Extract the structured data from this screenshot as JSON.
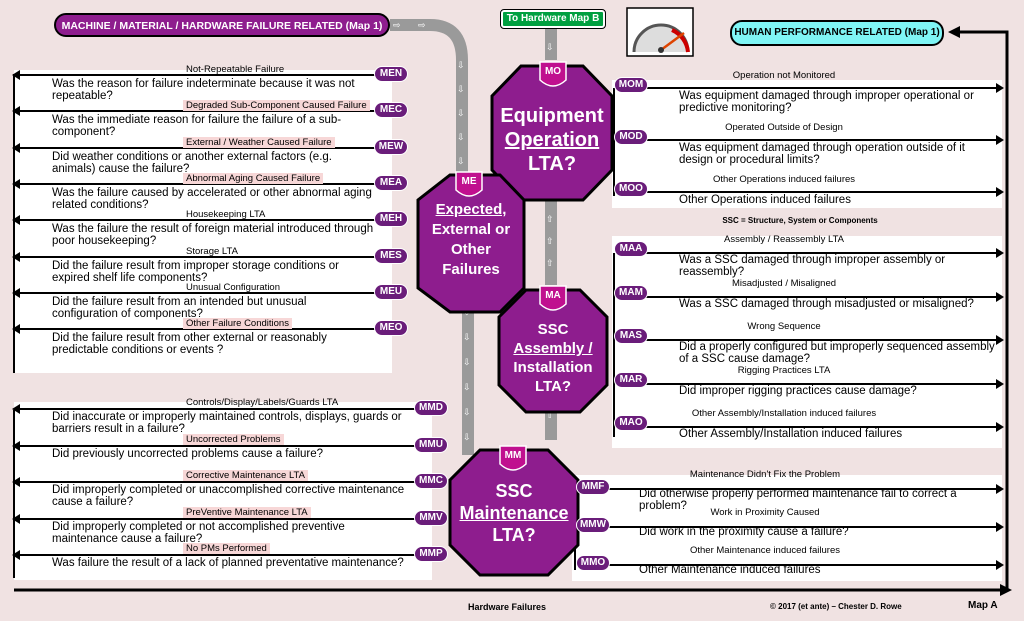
{
  "header": {
    "left_title": "MACHINE / MATERIAL / HARDWARE FAILURE  RELATED (Map 1)",
    "center_link": "To Hardware Map B",
    "right_title": "HUMAN PERFORMANCE RELATED (Map 1)"
  },
  "octagons": {
    "mo": {
      "code": "MO",
      "line1": "Equipment",
      "line2": "Operation",
      "line3": "LTA?"
    },
    "me": {
      "code": "ME",
      "line1": "Expected,",
      "line2": "External or",
      "line3": "Other",
      "line4": "Failures"
    },
    "ma": {
      "code": "MA",
      "line1": "SSC",
      "line2": "Assembly /",
      "line3": "Installation",
      "line4": "LTA?"
    },
    "mm": {
      "code": "MM",
      "line1": "SSC",
      "line2": "Maintenance",
      "line3": "LTA?"
    }
  },
  "left_upper": [
    {
      "code": "MEN",
      "title": "Not-Repeatable Failure",
      "question": "Was the reason for failure indeterminate because it was not repeatable?"
    },
    {
      "code": "MEC",
      "title": "Degraded Sub-Component Caused Failure",
      "question": "Was the immediate reason for failure the failure of a sub-component?"
    },
    {
      "code": "MEW",
      "title": "External / Weather Caused Failure",
      "question": "Did weather conditions or another external factors (e.g. animals) cause the failure?"
    },
    {
      "code": "MEA",
      "title": "Abnormal Aging Caused Failure",
      "question": "Was the failure caused by accelerated or other abnormal aging related conditions?"
    },
    {
      "code": "MEH",
      "title": "Housekeeping LTA",
      "question": "Was the failure the result of foreign material introduced through poor housekeeping?"
    },
    {
      "code": "MES",
      "title": "Storage LTA",
      "question": "Did the failure result from improper storage conditions or expired shelf life components?"
    },
    {
      "code": "MEU",
      "title": "Unusual Configuration",
      "question": "Did the failure result from an intended but unusual configuration of components?"
    },
    {
      "code": "MEO",
      "title": "Other Failure Conditions",
      "question": "Did the failure result from other external or reasonably predictable conditions or events ?"
    }
  ],
  "left_lower": [
    {
      "code": "MMD",
      "title": "Controls/Display/Labels/Guards LTA",
      "question": "Did inaccurate or improperly maintained controls, displays, guards or barriers result in a failure?"
    },
    {
      "code": "MMU",
      "title": "Uncorrected Problems",
      "question": "Did previously uncorrected problems cause a failure?"
    },
    {
      "code": "MMC",
      "title": "Corrective Maintenance LTA",
      "question": "Did improperly completed or unaccomplished corrective maintenance cause a failure?"
    },
    {
      "code": "MMV",
      "title": "PreVentive Maintenance LTA",
      "question": "Did improperly completed or not accomplished preventive maintenance cause a failure?"
    },
    {
      "code": "MMP",
      "title": "No PMs Performed",
      "question": "Was failure the result of a lack of planned preventative maintenance?"
    }
  ],
  "right_mo": [
    {
      "code": "MOM",
      "title": "Operation not Monitored",
      "question": "Was equipment damaged through improper operational or predictive monitoring?"
    },
    {
      "code": "MOD",
      "title": "Operated Outside of Design",
      "question": "Was equipment damaged through operation outside of it design or procedural limits?"
    },
    {
      "code": "MOO",
      "title": "Other Operations induced failures",
      "question": "Other Operations induced failures"
    }
  ],
  "ssc_note": "SSC = Structure, System or Components",
  "right_ma": [
    {
      "code": "MAA",
      "title": "Assembly / Reassembly LTA",
      "question": "Was a SSC damaged through improper assembly or reassembly?"
    },
    {
      "code": "MAM",
      "title": "Misadjusted / Misaligned",
      "question": "Was a SSC damaged through misadjusted or misaligned?"
    },
    {
      "code": "MAS",
      "title": "Wrong Sequence",
      "question": "Did a properly configured but improperly sequenced assembly of a SSC cause damage?"
    },
    {
      "code": "MAR",
      "title": "Rigging Practices LTA",
      "question": "Did improper rigging practices cause damage?"
    },
    {
      "code": "MAO",
      "title": "Other Assembly/Installation induced failures",
      "question": "Other Assembly/Installation induced failures"
    }
  ],
  "right_mm": [
    {
      "code": "MMF",
      "title": "Maintenance Didn't Fix the Problem",
      "question": "Did otherwise properly performed maintenance fail to correct a problem?"
    },
    {
      "code": "MMW",
      "title": "Work in Proximity Caused",
      "question": "Did work in the proximity cause a failure?"
    },
    {
      "code": "MMO",
      "title": "Other Maintenance induced failures",
      "question": "Other Maintenance induced failures"
    }
  ],
  "footer": {
    "left": "Hardware Failures",
    "center": "© 2017 (et ante) – Chester D. Rowe",
    "right": "Map A"
  },
  "colors": {
    "purple": "#8e1d8e",
    "dark_purple": "#6a1d7a",
    "cyan": "#7ff5f5",
    "green": "#00a040",
    "background": "#f0e2e2"
  }
}
